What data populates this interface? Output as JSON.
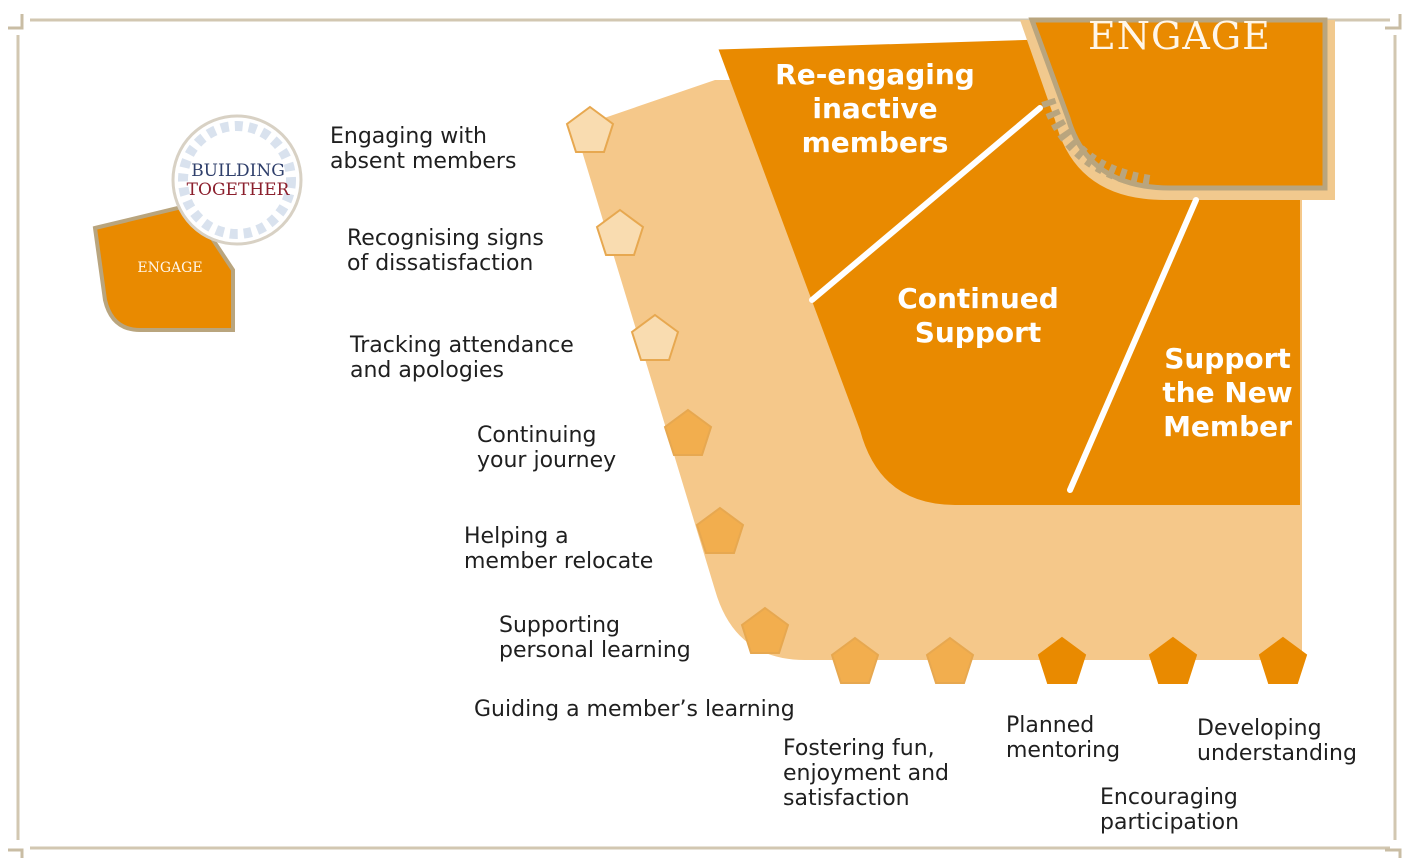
{
  "banner": {
    "title": "ENGAGE",
    "segments": {
      "re_engaging": "Re-engaging\ninactive\nmembers",
      "continued_support": "Continued\nSupport",
      "support_new_member": "Support\nthe New\nMember"
    }
  },
  "logo": {
    "line1": "BUILDING",
    "line2": "TOGETHER",
    "badge": "ENGAGE"
  },
  "steps": {
    "s01": "Engaging with\nabsent members",
    "s02": "Recognising signs\nof dissatisfaction",
    "s03": "Tracking attendance\nand apologies",
    "s04": "Continuing\nyour journey",
    "s05": "Helping a\nmember relocate",
    "s06": "Supporting\npersonal learning",
    "s07": "Guiding a member’s learning",
    "s08": "Fostering fun,\nenjoyment and\nsatisfaction",
    "s09": "Planned\nmentoring",
    "s10": "Encouraging\nparticipation",
    "s11": "Developing\nunderstanding"
  },
  "colors": {
    "primary_orange": "#e98a00",
    "light_band": "#f5c88a",
    "pentagon_pale": "#f9dcb0",
    "pentagon_mid": "#f2ae4e",
    "pentagon_dark": "#e98a00",
    "frame": "#c9bda4",
    "inner_border": "#b9a57e"
  }
}
